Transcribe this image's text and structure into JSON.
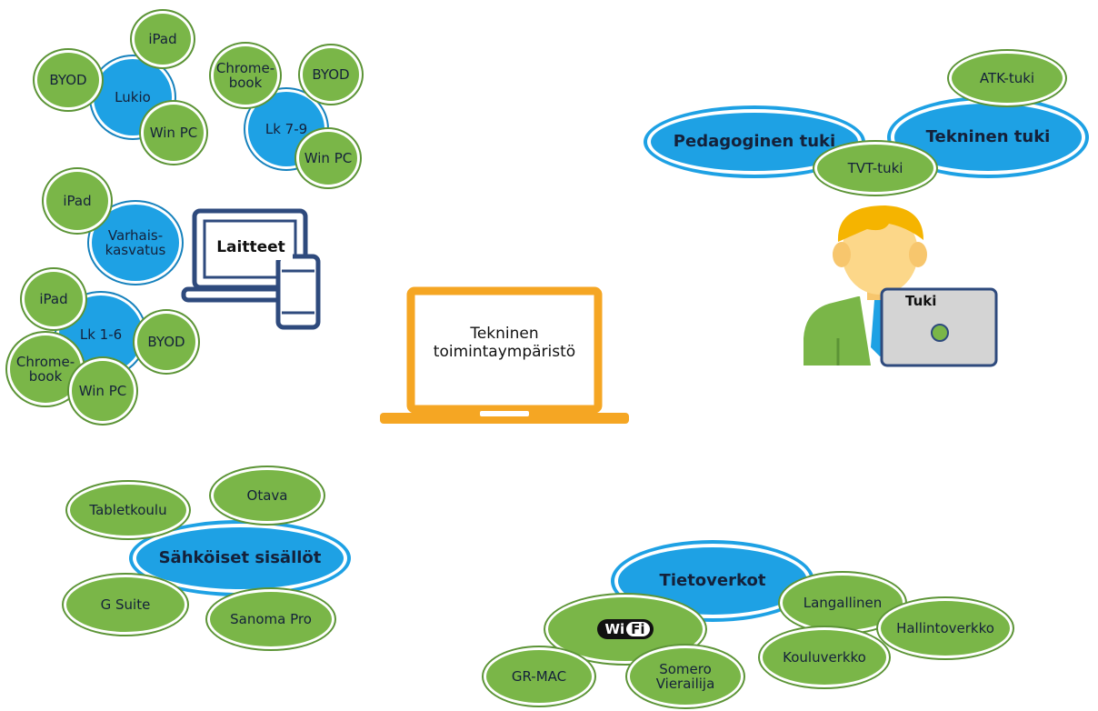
{
  "colors": {
    "green": "#7ab648",
    "blue": "#1ea1e4",
    "orange": "#f5a623",
    "navy": "#2e4a7d"
  },
  "center": {
    "label": "Tekninen\ntoimintaympäristö"
  },
  "devices": {
    "title": "Laitteet",
    "lukio": {
      "hub": "Lukio",
      "items": [
        "iPad",
        "BYOD",
        "Win PC"
      ]
    },
    "lk79": {
      "hub": "Lk 7-9",
      "items": [
        "Chrome-\nbook",
        "BYOD",
        "Win PC"
      ]
    },
    "varhais": {
      "hub": "Varhais-\nkasvatus",
      "items": [
        "iPad"
      ]
    },
    "lk16": {
      "hub": "Lk 1-6",
      "items": [
        "iPad",
        "BYOD",
        "Chrome-\nbook",
        "Win PC"
      ]
    }
  },
  "support": {
    "title": "Tuki",
    "pedagoginen": "Pedagoginen tuki",
    "tekninen": "Tekninen tuki",
    "items": [
      "ATK-tuki",
      "TVT-tuki"
    ]
  },
  "content": {
    "hub": "Sähköiset sisällöt",
    "items": [
      "Tabletkoulu",
      "Otava",
      "G Suite",
      "Sanoma Pro"
    ]
  },
  "networks": {
    "hub": "Tietoverkot",
    "wifi_icon": "wifi-logo-icon",
    "wifi": {
      "wi": "Wi",
      "fi": "Fi"
    },
    "items": [
      "GR-MAC",
      "Somero\nVierailija",
      "Langallinen",
      "Hallintoverkko",
      "Kouluverkko"
    ]
  }
}
